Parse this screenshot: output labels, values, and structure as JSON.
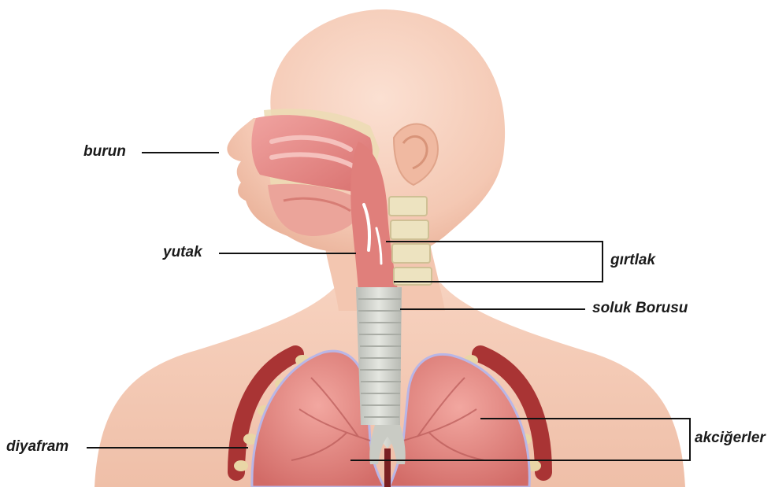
{
  "diagram": {
    "labels": {
      "burun": "burun",
      "yutak": "yutak",
      "girtlak": "gırtlak",
      "soluk_borusu": "soluk Borusu",
      "diyafram": "diyafram",
      "akcigerler": "akciğerler"
    },
    "colors": {
      "skin": "#f6cdb8",
      "skin_shadow": "#eab49b",
      "nasal_cavity": "#e58c8c",
      "lung": "#e07f7b",
      "trachea": "#d6d6d0",
      "bone": "#e9dcb2",
      "leader_line": "#111111"
    }
  }
}
